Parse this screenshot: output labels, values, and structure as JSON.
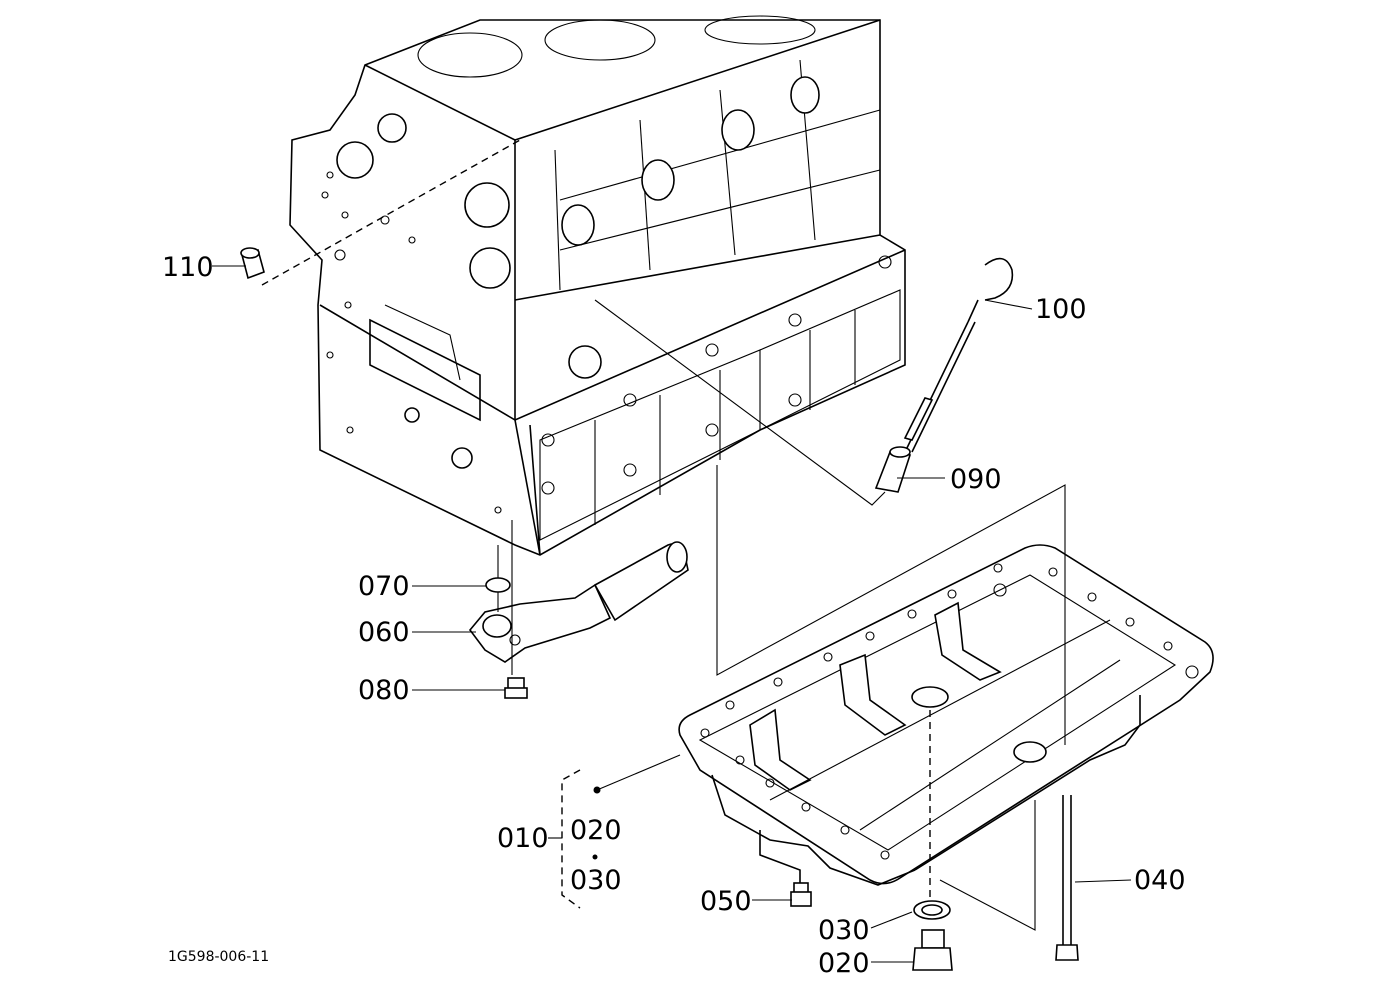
{
  "drawing_ref": "1G598-006-11",
  "callouts": {
    "p010": "010",
    "p020_group": "020",
    "p030_group": "030",
    "p020": "020",
    "p030": "030",
    "p040": "040",
    "p050": "050",
    "p060": "060",
    "p070": "070",
    "p080": "080",
    "p090": "090",
    "p100": "100",
    "p110": "110"
  }
}
